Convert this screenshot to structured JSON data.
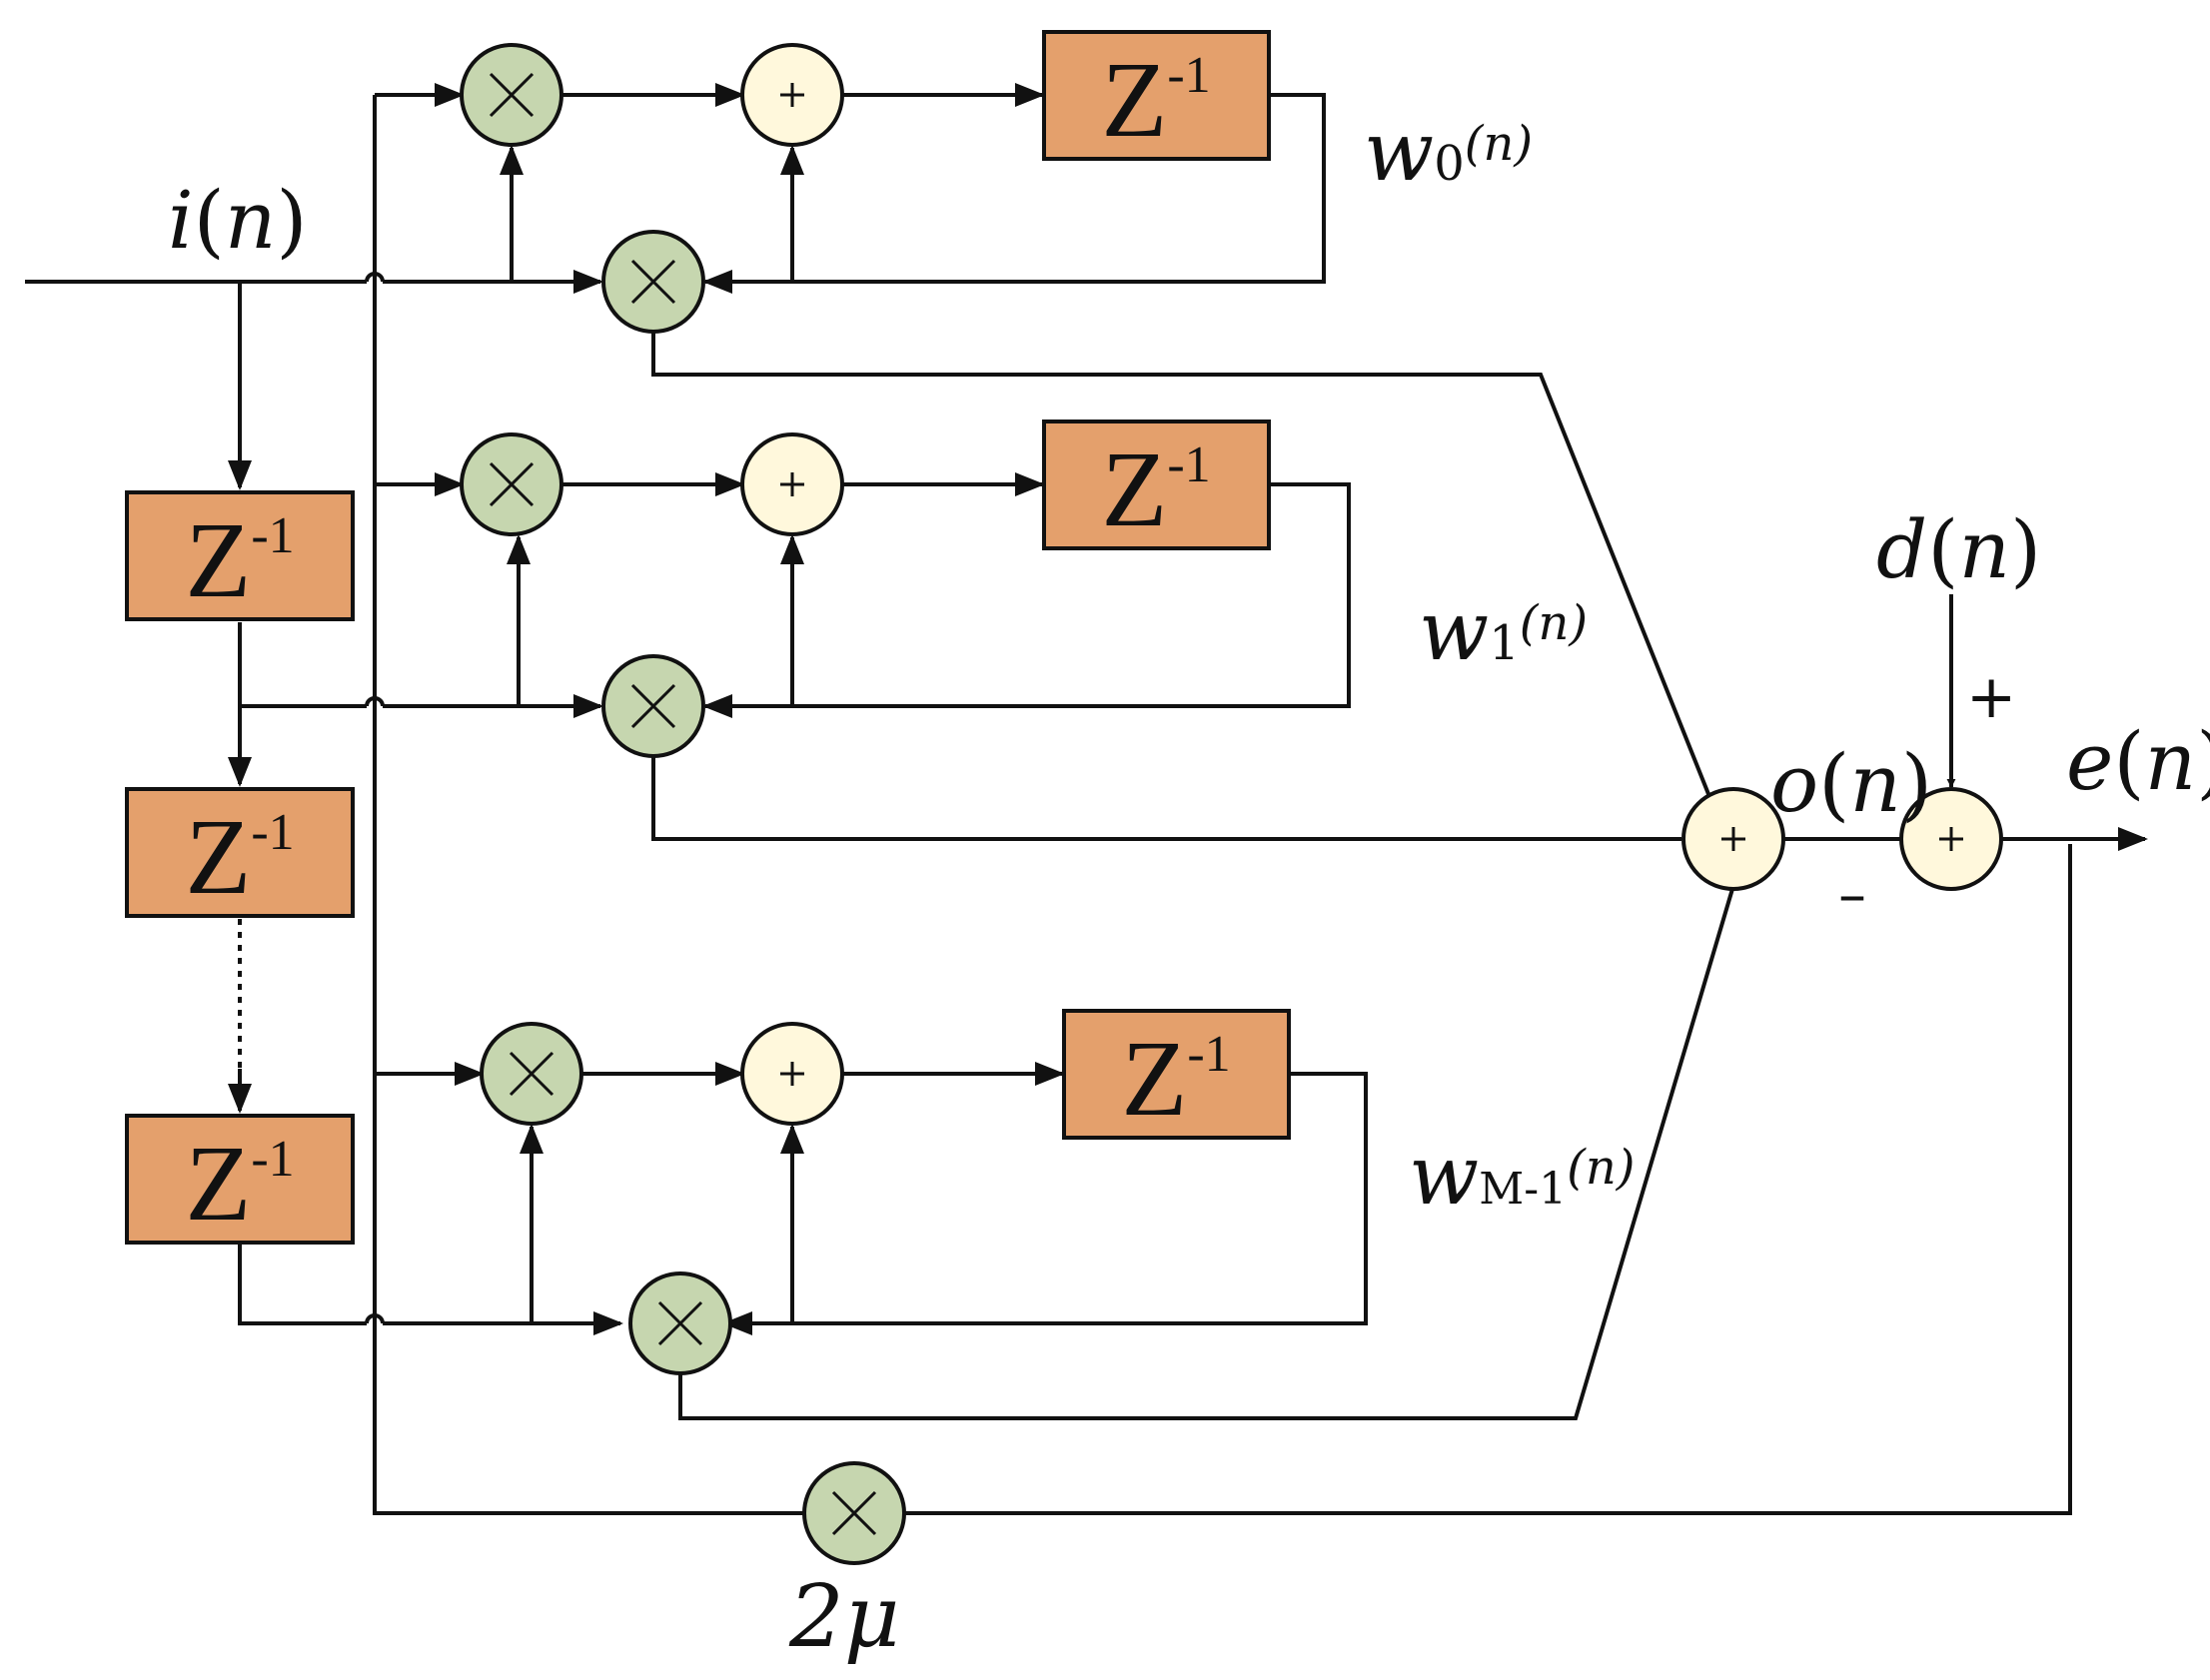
{
  "colors": {
    "delay_fill": "#E4A06C",
    "multiplier_fill": "#C6D6AF",
    "adder_fill": "#FFF8DC",
    "line": "#111111"
  },
  "icons": {
    "multiplier": "multiply-cross-icon",
    "adder": "plus-sign-icon"
  },
  "delay": {
    "base": "Z",
    "exp": "-1"
  },
  "labels": {
    "input": {
      "base": "i",
      "arg": "n"
    },
    "desired": {
      "base": "d",
      "arg": "n"
    },
    "output": {
      "base": "o",
      "arg": "n"
    },
    "error": {
      "base": "e",
      "arg": "n"
    },
    "step": "2μ",
    "plus": "+",
    "minus": "–",
    "weights": [
      {
        "base": "w",
        "sub": "0",
        "arg": "(n)"
      },
      {
        "base": "w",
        "sub": "1",
        "arg": "(n)"
      },
      {
        "base": "w",
        "sub": "M-1",
        "arg": "(n)"
      }
    ]
  }
}
